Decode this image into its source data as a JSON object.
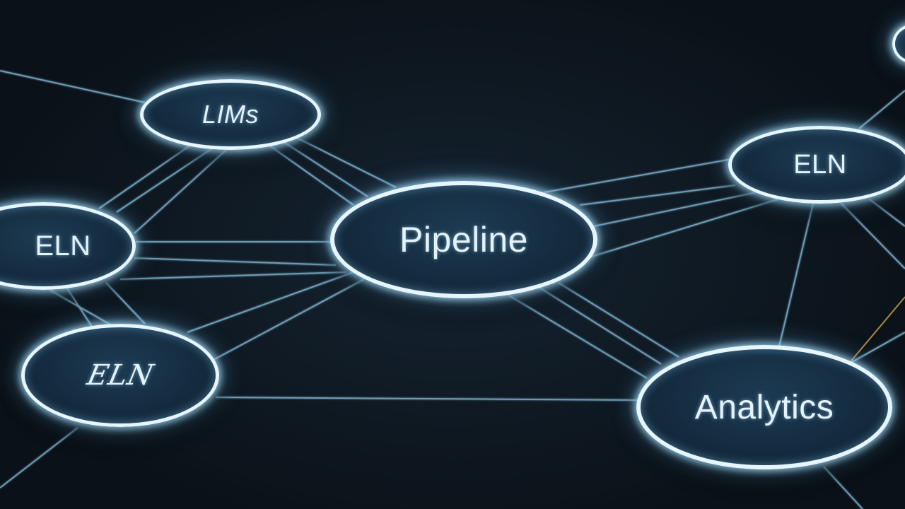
{
  "diagram": {
    "nodes": [
      {
        "id": "lims",
        "label": "LIMs"
      },
      {
        "id": "pipeline",
        "label": "Pipeline"
      },
      {
        "id": "eln_right",
        "label": "ELN"
      },
      {
        "id": "eln_left",
        "label": "ELN"
      },
      {
        "id": "eln_lower",
        "label": "ELN"
      },
      {
        "id": "analytics",
        "label": "Analytics"
      },
      {
        "id": "corner",
        "label": ""
      }
    ],
    "colors": {
      "background": "#0c141c",
      "node_fill": "#152c40",
      "node_rim": "#e6f6ff",
      "edge": "#7fb3cf",
      "edge_accent": "#d9a24a"
    }
  }
}
